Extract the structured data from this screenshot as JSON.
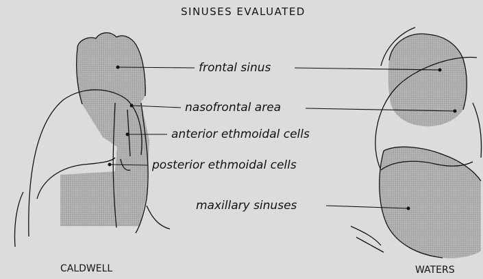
{
  "title": "SINUSES EVALUATED",
  "labels": {
    "frontal": "frontal sinus",
    "nasofrontal": "nasofrontal area",
    "anterior_ethmoid": "anterior ethmoidal cells",
    "posterior_ethmoid": "posterior ethmoidal cells",
    "maxillary": "maxillary sinuses"
  },
  "views": {
    "left": "CALDWELL",
    "right": "WATERS"
  }
}
